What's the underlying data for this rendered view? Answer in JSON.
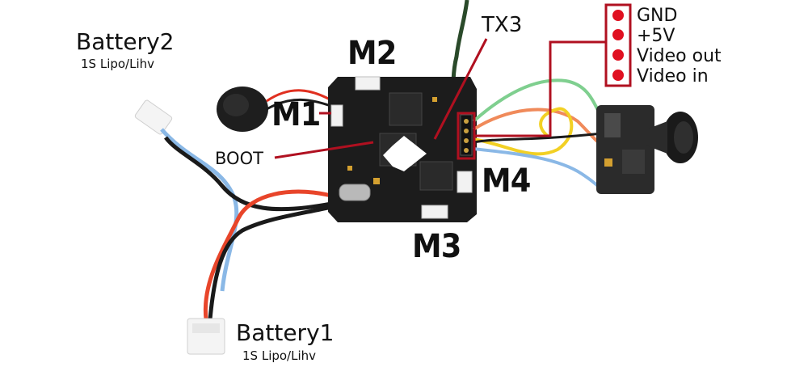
{
  "labels": {
    "battery2": "Battery2",
    "battery2_sub": "1S Lipo/Lihv",
    "battery1": "Battery1",
    "battery1_sub": "1S Lipo/Lihv",
    "boot": "BOOT",
    "tx3": "TX3",
    "m1": "M1",
    "m2": "M2",
    "m3": "M3",
    "m4": "M4"
  },
  "pinout": {
    "pins": [
      "GND",
      "+5V",
      "Video out",
      "Video in"
    ]
  },
  "colors": {
    "pointer": "#b01020",
    "pin_dot": "#e01020",
    "board": "#1c1c1c",
    "wire_red": "#e8452a",
    "wire_black": "#1a1a1a",
    "wire_blue": "#7fb3e6",
    "wire_yellow": "#f2d024",
    "wire_green": "#7fcf8f",
    "wire_orange": "#f08a5a",
    "connector": "#f2f2f2"
  }
}
